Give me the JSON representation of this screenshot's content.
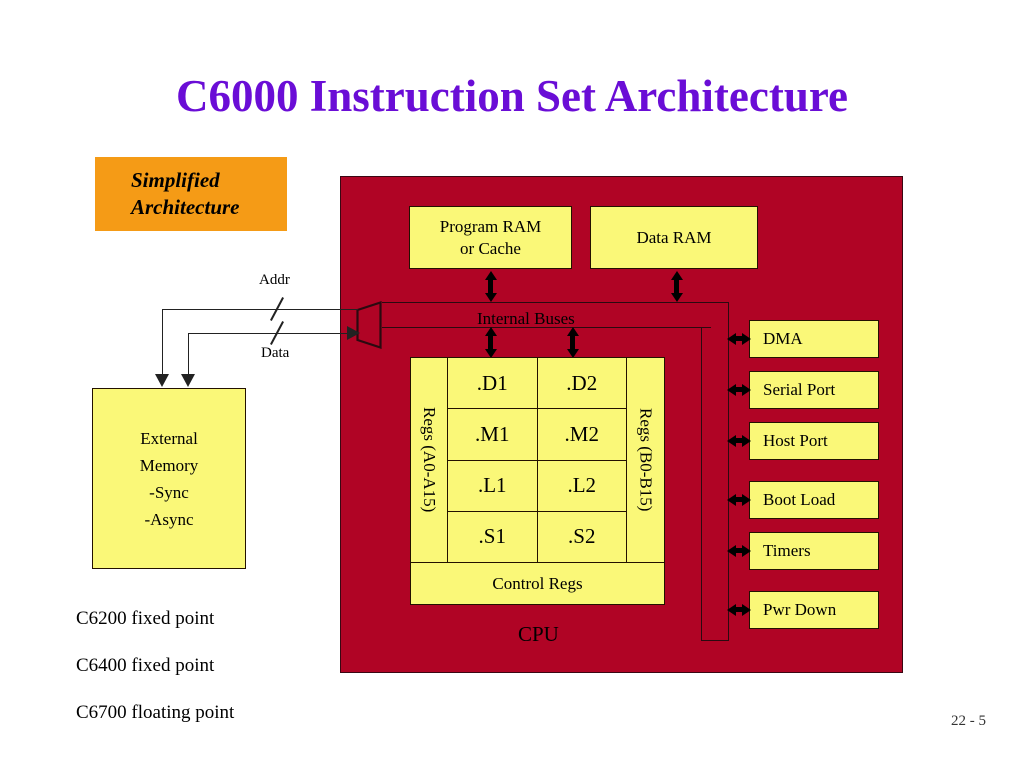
{
  "slide": {
    "title": "C6000 Instruction Set Architecture",
    "page_number": "22 - 5",
    "colors": {
      "title": "#6A0DD6",
      "panel": "#B00425",
      "block": "#FAF878",
      "callout": "#F59B16"
    }
  },
  "callout": {
    "line1": "Simplified",
    "line2": "Architecture"
  },
  "memory_blocks": {
    "program_ram_line1": "Program RAM",
    "program_ram_line2": "or Cache",
    "data_ram": "Data RAM"
  },
  "bus": {
    "internal_buses_label": "Internal Buses",
    "addr_label": "Addr",
    "data_label": "Data"
  },
  "cpu": {
    "label": "CPU",
    "regs_left": "Regs (A0-A15)",
    "regs_right": "Regs (B0-B15)",
    "control_regs": "Control Regs",
    "units": {
      "side_a": [
        ".D1",
        ".M1",
        ".L1",
        ".S1"
      ],
      "side_b": [
        ".D2",
        ".M2",
        ".L2",
        ".S2"
      ]
    }
  },
  "external_memory": {
    "line1": "External",
    "line2": "Memory",
    "line3": "-Sync",
    "line4": "-Async"
  },
  "peripherals": [
    {
      "label": "DMA"
    },
    {
      "label": "Serial Port"
    },
    {
      "label": "Host Port"
    },
    {
      "label": "Boot Load"
    },
    {
      "label": "Timers"
    },
    {
      "label": "Pwr Down"
    }
  ],
  "device_list": [
    "C6200 fixed point",
    "C6400 fixed point",
    "C6700 floating point"
  ]
}
